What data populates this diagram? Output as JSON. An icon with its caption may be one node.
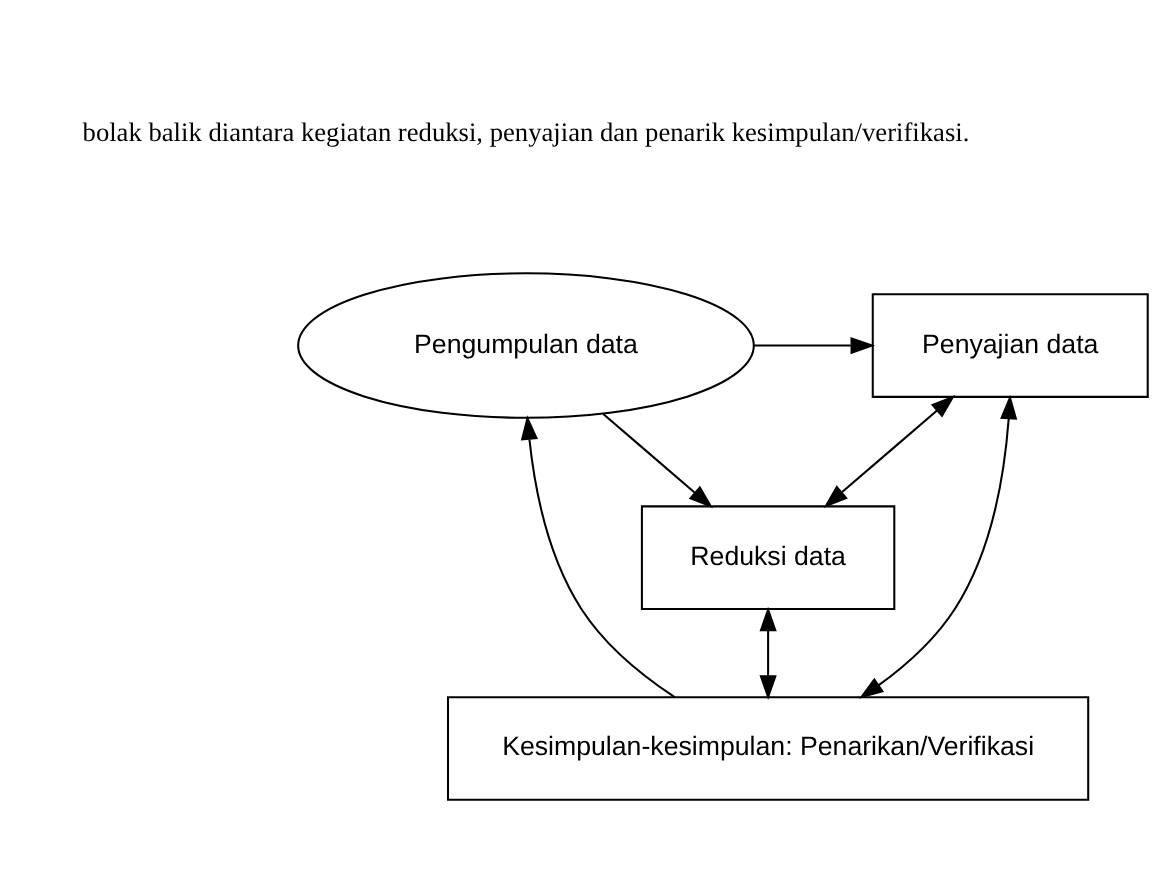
{
  "diagram": {
    "nodes": [
      {
        "text": [
          "Pengumpulan data"
        ]
      },
      {
        "text": [
          "Penyajian data"
        ]
      },
      {
        "text": [
          "Reduksi data"
        ]
      },
      {
        "text": [
          "Kesimpulan-kesimpulan: Penarikan/Verifikasi"
        ]
      }
    ],
    "edges": [
      {
        "from": 0,
        "to": 1,
        "arrow": "to"
      },
      {
        "from": 0,
        "to": 2,
        "arrow": "to"
      },
      {
        "from": 2,
        "to": 1,
        "arrow": "both"
      },
      {
        "from": 1,
        "to": 3,
        "arrow": "both"
      },
      {
        "from": 2,
        "to": 3,
        "arrow": "both"
      },
      {
        "from": 3,
        "to": 0,
        "arrow": "to"
      }
    ],
    "labels": [
      "bolak balik diantara kegiatan reduksi, penyajian dan penarik kesimpulan/verifikasi."
    ]
  }
}
